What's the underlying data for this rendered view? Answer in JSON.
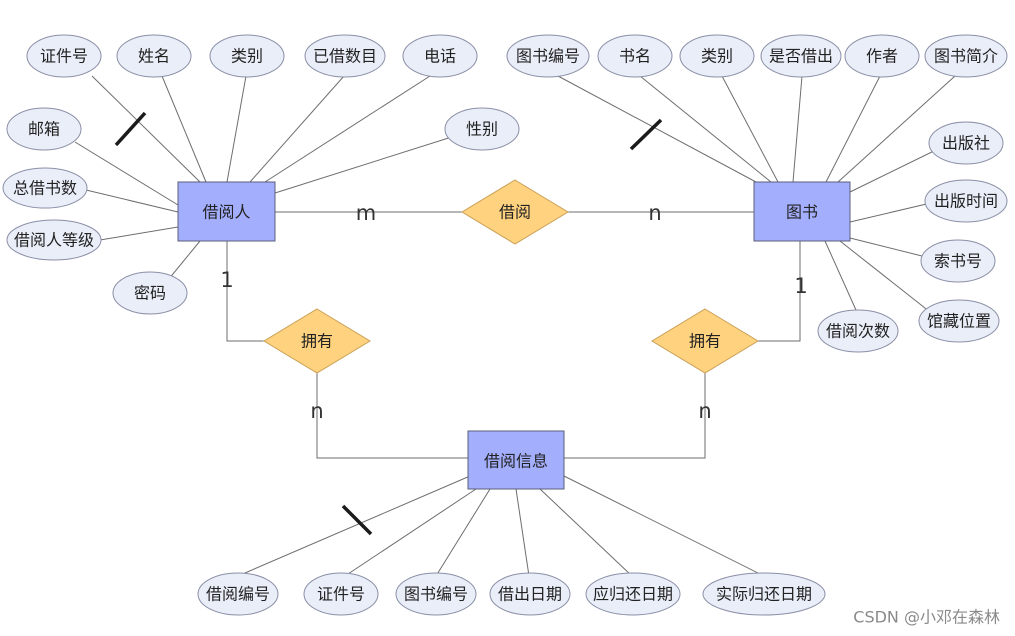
{
  "entities": {
    "borrower": "借阅人",
    "book": "图书",
    "borrow_info": "借阅信息"
  },
  "relationships": {
    "borrow": "借阅",
    "own_left": "拥有",
    "own_right": "拥有"
  },
  "borrower_attributes": {
    "id_no": "证件号",
    "name": "姓名",
    "category": "类别",
    "borrowed_count": "已借数目",
    "phone": "电话",
    "gender": "性别",
    "email": "邮箱",
    "total_borrowed": "总借书数",
    "level": "借阅人等级",
    "password": "密码"
  },
  "book_attributes": {
    "book_no": "图书编号",
    "title": "书名",
    "category": "类别",
    "is_lent": "是否借出",
    "author": "作者",
    "summary": "图书简介",
    "publisher": "出版社",
    "pub_time": "出版时间",
    "call_no": "索书号",
    "location": "馆藏位置",
    "borrow_times": "借阅次数"
  },
  "borrow_info_attributes": {
    "record_no": "借阅编号",
    "id_no": "证件号",
    "book_no": "图书编号",
    "out_date": "借出日期",
    "due_date": "应归还日期",
    "return_date": "实际归还日期"
  },
  "cardinality": {
    "borrow_left": "m",
    "borrow_right": "n",
    "own_left_top": "1",
    "own_left_bottom": "n",
    "own_right_top": "1",
    "own_right_bottom": "n"
  },
  "watermark": "CSDN @小邓在森林"
}
